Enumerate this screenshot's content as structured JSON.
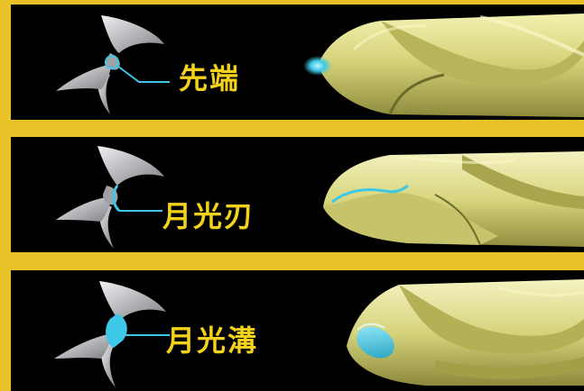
{
  "panels": [
    {
      "id": "tip",
      "label": "先端",
      "icon": "cross-section-tip-icon",
      "highlight_color": "#3cc8e6"
    },
    {
      "id": "moon-edge",
      "label": "月光刃",
      "icon": "cross-section-edge-icon",
      "highlight_color": "#3cc8e6"
    },
    {
      "id": "moon-flute",
      "label": "月光溝",
      "icon": "cross-section-flute-icon",
      "highlight_color": "#3cc8e6"
    }
  ],
  "colors": {
    "frame": "#e8c227",
    "panel_background": "#000000",
    "label": "#f4d21c",
    "drill_gold": "#d9d77a",
    "section_gray": "#a7a9ad",
    "highlight": "#3cc8e6"
  }
}
